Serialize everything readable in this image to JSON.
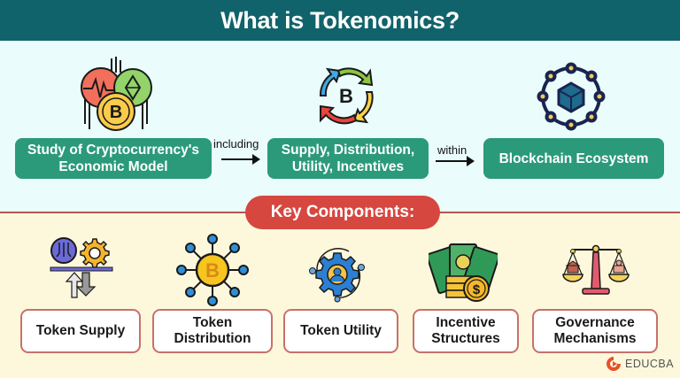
{
  "header": {
    "title": "What is Tokenomics?"
  },
  "flow": {
    "steps": [
      {
        "label_line1": "Study of Cryptocurrency's",
        "label_line2": "Economic Model",
        "icon": "crypto-coins-icon"
      },
      {
        "label_line1": "Supply, Distribution,",
        "label_line2": "Utility, Incentives",
        "icon": "bitcoin-cycle-icon"
      },
      {
        "label_line1": "Blockchain Ecosystem",
        "label_line2": "",
        "icon": "blockchain-network-icon"
      }
    ],
    "connectors": [
      "including",
      "within"
    ]
  },
  "key_components": {
    "title": "Key Components:",
    "items": [
      {
        "line1": "Token Supply",
        "line2": "",
        "icon": "token-supply-icon"
      },
      {
        "line1": "Token",
        "line2": "Distribution",
        "icon": "bitcoin-distribution-icon"
      },
      {
        "line1": "Token Utility",
        "line2": "",
        "icon": "gear-user-icon"
      },
      {
        "line1": "Incentive",
        "line2": "Structures",
        "icon": "money-coins-icon"
      },
      {
        "line1": "Governance",
        "line2": "Mechanisms",
        "icon": "scales-icon"
      }
    ]
  },
  "branding": {
    "logo_text": "EDUCBA"
  },
  "colors": {
    "header_bg": "#10636a",
    "top_bg": "#eafdfc",
    "bottom_bg": "#fdf8dc",
    "green_box": "#2b9a7a",
    "pill_red": "#d6473f",
    "card_border": "#c9706a"
  }
}
